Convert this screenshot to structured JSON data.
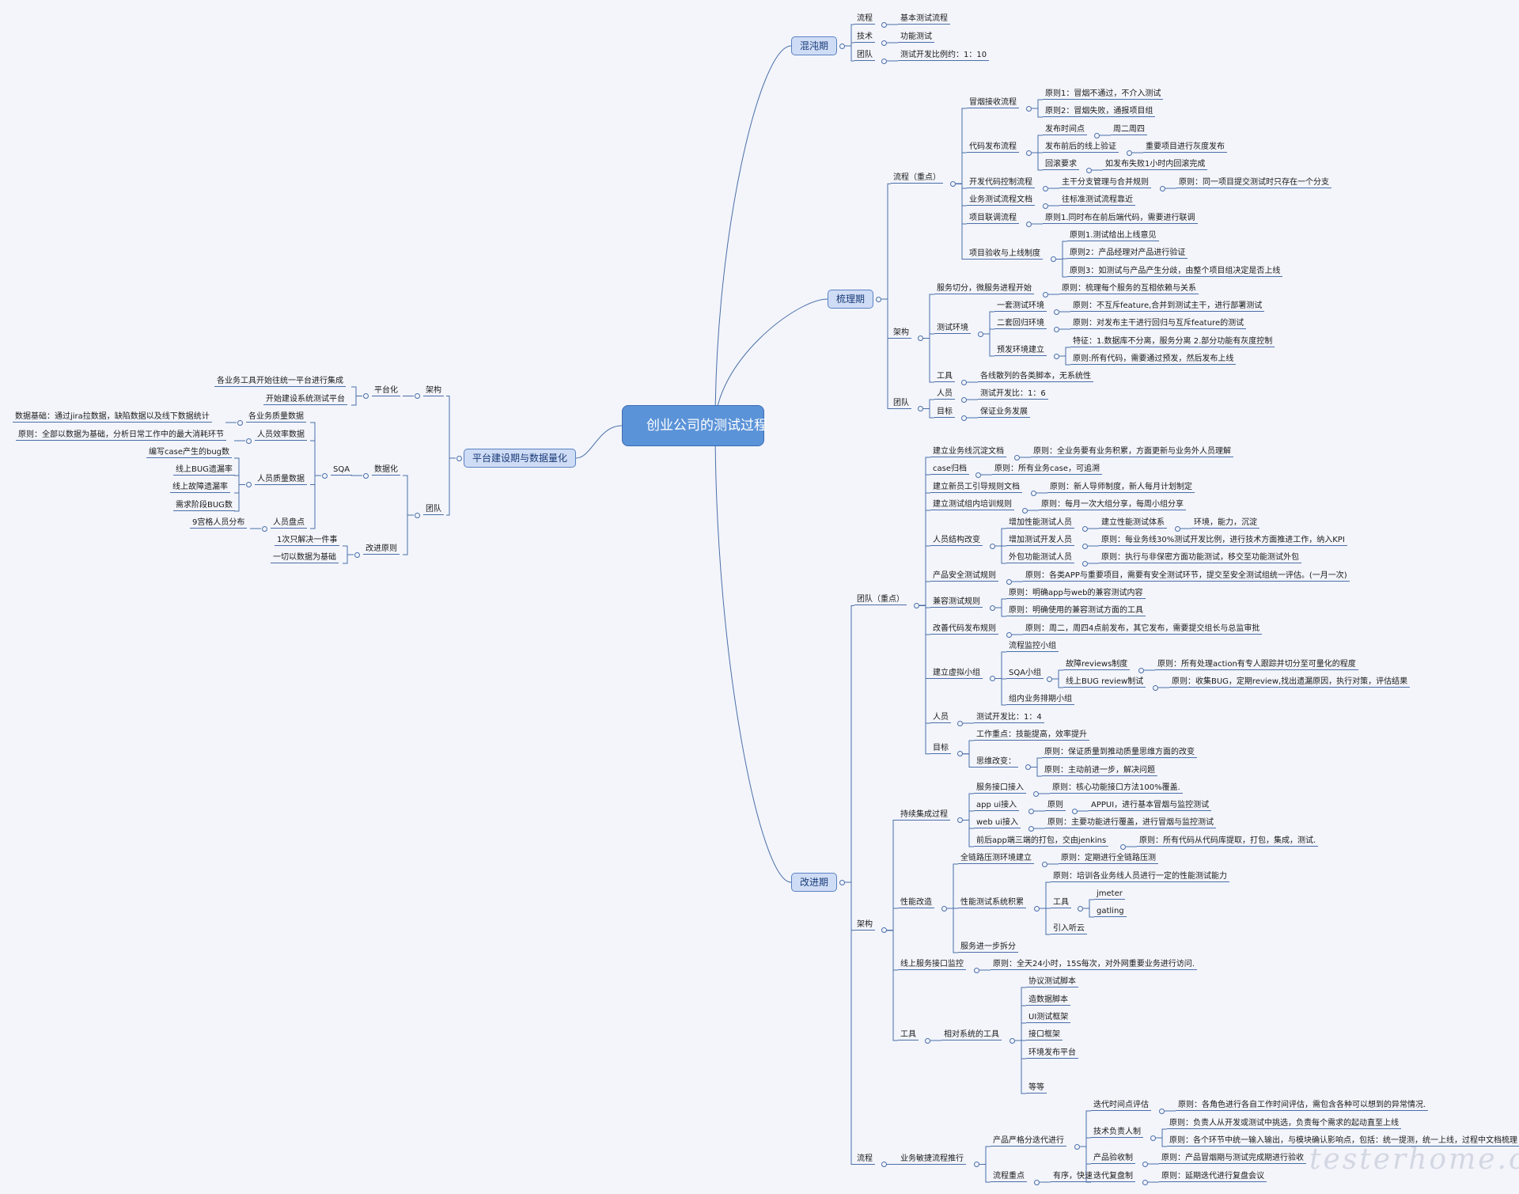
{
  "title": "创业公司的测试过程",
  "watermark": "testerhome.com",
  "colors": {
    "line": "#4a6ea8",
    "root_fill": "#5b93d8",
    "branch_fill": "#cfdcf5",
    "background": "#f3f5fb"
  },
  "mindmap": {
    "text": "创业公司的测试过程",
    "children": [
      {
        "text": "混沌期",
        "children": [
          {
            "text": "流程",
            "children": [
              {
                "text": "基本测试流程"
              }
            ]
          },
          {
            "text": "技术",
            "children": [
              {
                "text": "功能测试"
              }
            ]
          },
          {
            "text": "团队",
            "children": [
              {
                "text": "测试开发比例约：1：10"
              }
            ]
          }
        ]
      },
      {
        "text": "梳理期",
        "children": [
          {
            "text": "流程（重点）",
            "children": [
              {
                "text": "冒烟接收流程",
                "children": [
                  {
                    "text": "原则1：冒烟不通过，不介入测试"
                  },
                  {
                    "text": "原则2：冒烟失败，通报项目组"
                  }
                ]
              },
              {
                "text": "代码发布流程",
                "children": [
                  {
                    "text": "发布时间点",
                    "children": [
                      {
                        "text": "周二周四"
                      }
                    ]
                  },
                  {
                    "text": "发布前后的线上验证",
                    "children": [
                      {
                        "text": "重要项目进行灰度发布"
                      }
                    ]
                  },
                  {
                    "text": "回滚要求",
                    "children": [
                      {
                        "text": "如发布失败1小时内回滚完成"
                      }
                    ]
                  }
                ]
              },
              {
                "text": "开发代码控制流程",
                "children": [
                  {
                    "text": "主干分支管理与合并规则",
                    "children": [
                      {
                        "text": "原则：同一项目提交测试时只存在一个分支"
                      }
                    ]
                  }
                ]
              },
              {
                "text": "业务测试流程文档",
                "children": [
                  {
                    "text": "往标准测试流程靠近"
                  }
                ]
              },
              {
                "text": "项目联调流程",
                "children": [
                  {
                    "text": "原则1.同时布在前后端代码，需要进行联调"
                  }
                ]
              },
              {
                "text": "项目验收与上线制度",
                "children": [
                  {
                    "text": "原则1.测试给出上线意见"
                  },
                  {
                    "text": "原则2：产品经理对产品进行验证"
                  },
                  {
                    "text": "原则3：如测试与产品产生分歧，由整个项目组决定是否上线"
                  }
                ]
              }
            ]
          },
          {
            "text": "架构",
            "children": [
              {
                "text": "服务切分，微服务进程开始",
                "children": [
                  {
                    "text": "原则：梳理每个服务的互相依赖与关系"
                  }
                ]
              },
              {
                "text": "测试环境",
                "children": [
                  {
                    "text": "一套测试环境",
                    "children": [
                      {
                        "text": "原则：不互斥feature,合并到测试主干，进行部署测试"
                      }
                    ]
                  },
                  {
                    "text": "二套回归环境",
                    "children": [
                      {
                        "text": "原则：对发布主干进行回归与互斥feature的测试"
                      }
                    ]
                  },
                  {
                    "text": "预发环境建立",
                    "children": [
                      {
                        "text": "特征：1.数据库不分离，服务分离 2.部分功能有灰度控制"
                      },
                      {
                        "text": "原则:所有代码，需要通过预发，然后发布上线"
                      }
                    ]
                  }
                ]
              },
              {
                "text": "工具",
                "children": [
                  {
                    "text": "各线散列的各类脚本，无系统性"
                  }
                ]
              }
            ]
          },
          {
            "text": "团队",
            "children": [
              {
                "text": "人员",
                "children": [
                  {
                    "text": "测试开发比：1：6"
                  }
                ]
              },
              {
                "text": "目标",
                "children": [
                  {
                    "text": "保证业务发展"
                  }
                ]
              }
            ]
          }
        ]
      },
      {
        "text": "改进期",
        "children": [
          {
            "text": "团队（重点）",
            "children": [
              {
                "text": "建立业务线沉淀文档",
                "children": [
                  {
                    "text": "原则：全业务要有业务积累，方面更新与业务外人员理解"
                  }
                ]
              },
              {
                "text": "case归档",
                "children": [
                  {
                    "text": "原则：所有业务case，可追溯"
                  }
                ]
              },
              {
                "text": "建立新员工引导规则文档",
                "children": [
                  {
                    "text": "原则：新人导师制度，新人每月计划制定"
                  }
                ]
              },
              {
                "text": "建立测试组内培训规则",
                "children": [
                  {
                    "text": "原则：每月一次大组分享，每周小组分享"
                  }
                ]
              },
              {
                "text": "人员结构改变",
                "children": [
                  {
                    "text": "增加性能测试人员",
                    "children": [
                      {
                        "text": "建立性能测试体系",
                        "children": [
                          {
                            "text": "环境，能力，沉淀"
                          }
                        ]
                      }
                    ]
                  },
                  {
                    "text": "增加测试开发人员",
                    "children": [
                      {
                        "text": "原则：每业务线30%测试开发比例，进行技术方面推进工作，纳入KPI"
                      }
                    ]
                  },
                  {
                    "text": "外包功能测试人员",
                    "children": [
                      {
                        "text": "原则：执行与非保密方面功能测试，移交至功能测试外包"
                      }
                    ]
                  }
                ]
              },
              {
                "text": "产品安全测试规则",
                "children": [
                  {
                    "text": "原则：各类APP与重要项目，需要有安全测试环节，提交至安全测试组统一评估。(一月一次)"
                  }
                ]
              },
              {
                "text": "兼容测试规则",
                "children": [
                  {
                    "text": "原则：明确app与web的兼容测试内容"
                  },
                  {
                    "text": "原则：明确使用的兼容测试方面的工具"
                  }
                ]
              },
              {
                "text": "改善代码发布规则",
                "children": [
                  {
                    "text": "原则：周二，周四4点前发布，其它发布，需要提交组长与总监审批"
                  }
                ]
              },
              {
                "text": "建立虚拟小组",
                "children": [
                  {
                    "text": "流程监控小组"
                  },
                  {
                    "text": "SQA小组",
                    "children": [
                      {
                        "text": "故障reviews制度",
                        "children": [
                          {
                            "text": "原则：所有处理action有专人跟踪并切分至可量化的程度"
                          }
                        ]
                      },
                      {
                        "text": "线上BUG review制试",
                        "children": [
                          {
                            "text": "原则：收集BUG，定期review,找出遗漏原因，执行对策，评估结果"
                          }
                        ]
                      }
                    ]
                  },
                  {
                    "text": "组内业务排期小组"
                  }
                ]
              },
              {
                "text": "人员",
                "children": [
                  {
                    "text": "测试开发比：1：4"
                  }
                ]
              },
              {
                "text": "目标",
                "children": [
                  {
                    "text": "工作重点：技能提高，效率提升"
                  },
                  {
                    "text": "思维改变：",
                    "children": [
                      {
                        "text": "原则：保证质量到推动质量思维方面的改变"
                      },
                      {
                        "text": "原则：主动前进一步，解决问题"
                      }
                    ]
                  }
                ]
              }
            ]
          },
          {
            "text": "架构",
            "children": [
              {
                "text": "持续集成过程",
                "children": [
                  {
                    "text": "服务接口接入",
                    "children": [
                      {
                        "text": "原则：核心功能接口方法100%覆盖."
                      }
                    ]
                  },
                  {
                    "text": "app ui接入",
                    "children": [
                      {
                        "text": "原则",
                        "children": [
                          {
                            "text": "APPUI，进行基本冒烟与监控测试"
                          }
                        ]
                      }
                    ]
                  },
                  {
                    "text": "web ui接入",
                    "children": [
                      {
                        "text": "原则：主要功能进行覆盖，进行冒烟与监控测试"
                      }
                    ]
                  },
                  {
                    "text": "前后app端三端的打包，交由jenkins",
                    "children": [
                      {
                        "text": "原则：所有代码从代码库提取，打包，集成，测试."
                      }
                    ]
                  }
                ]
              },
              {
                "text": "性能改造",
                "children": [
                  {
                    "text": "全链路压测环境建立",
                    "children": [
                      {
                        "text": "原则：定期进行全链路压测"
                      }
                    ]
                  },
                  {
                    "text": "性能测试系统积累",
                    "children": [
                      {
                        "text": "原则：培训各业务线人员进行一定的性能测试能力"
                      },
                      {
                        "text": "工具",
                        "children": [
                          {
                            "text": "jmeter"
                          },
                          {
                            "text": "gatling"
                          }
                        ]
                      },
                      {
                        "text": "引入听云"
                      }
                    ]
                  },
                  {
                    "text": "服务进一步拆分"
                  }
                ]
              },
              {
                "text": "线上服务接口监控",
                "children": [
                  {
                    "text": "原则：全天24小时，15S每次，对外网重要业务进行访问."
                  }
                ]
              },
              {
                "text": "工具",
                "children": [
                  {
                    "text": "相对系统的工具",
                    "children": [
                      {
                        "text": "协议测试脚本"
                      },
                      {
                        "text": "造数据脚本"
                      },
                      {
                        "text": "UI测试框架"
                      },
                      {
                        "text": "接口框架"
                      },
                      {
                        "text": "环境发布平台"
                      },
                      {
                        "text": "等等"
                      }
                    ]
                  }
                ]
              }
            ]
          },
          {
            "text": "流程",
            "children": [
              {
                "text": "业务敏捷流程推行",
                "children": [
                  {
                    "text": "产品严格分迭代进行",
                    "children": [
                      {
                        "text": "迭代时间点评估",
                        "children": [
                          {
                            "text": "原则：各角色进行各自工作时间评估，需包含各种可以想到的异常情况."
                          }
                        ]
                      },
                      {
                        "text": "技术负责人制",
                        "children": [
                          {
                            "text": "原则：负责人从开发或测试中挑选，负责每个需求的起动直至上线"
                          },
                          {
                            "text": "原则：各个环节中统一输入输出，与模块确认影响点，包括：统一提测，统一上线，过程中文档梳理"
                          }
                        ]
                      },
                      {
                        "text": "产品验收制",
                        "children": [
                          {
                            "text": "原则：产品冒烟期与测试完成期进行验收"
                          }
                        ]
                      },
                      {
                        "text": "迭代复盘制",
                        "children": [
                          {
                            "text": "原则：延期迭代进行复盘会议"
                          }
                        ]
                      }
                    ]
                  },
                  {
                    "text": "流程重点",
                    "children": [
                      {
                        "text": "有序，快速"
                      }
                    ]
                  }
                ]
              }
            ]
          }
        ]
      },
      {
        "text": "平台建设期与数据量化",
        "children": [
          {
            "text": "架构",
            "children": [
              {
                "text": "平台化",
                "children": [
                  {
                    "text": "各业务工具开始往统一平台进行集成"
                  },
                  {
                    "text": "开始建设系统测试平台"
                  }
                ]
              }
            ]
          },
          {
            "text": "团队",
            "children": [
              {
                "text": "数据化",
                "children": [
                  {
                    "text": "SQA",
                    "children": [
                      {
                        "text": "各业务质量数据",
                        "children": [
                          {
                            "text": "数据基础：通过jira拉数据，缺陷数据以及线下数据统计"
                          }
                        ]
                      },
                      {
                        "text": "人员效率数据",
                        "children": [
                          {
                            "text": "原则：全部以数据为基础，分析日常工作中的最大消耗环节"
                          }
                        ]
                      },
                      {
                        "text": "人员质量数据",
                        "children": [
                          {
                            "text": "编写case产生的bug数"
                          },
                          {
                            "text": "线上BUG遗漏率"
                          },
                          {
                            "text": "线上故障遗漏率"
                          },
                          {
                            "text": "需求阶段BUG数"
                          }
                        ]
                      },
                      {
                        "text": "人员盘点",
                        "children": [
                          {
                            "text": "9宫格人员分布"
                          }
                        ]
                      }
                    ]
                  }
                ]
              },
              {
                "text": "改进原则",
                "children": [
                  {
                    "text": "1次只解决一件事"
                  },
                  {
                    "text": "一切以数据为基础"
                  }
                ]
              }
            ]
          }
        ]
      }
    ]
  }
}
